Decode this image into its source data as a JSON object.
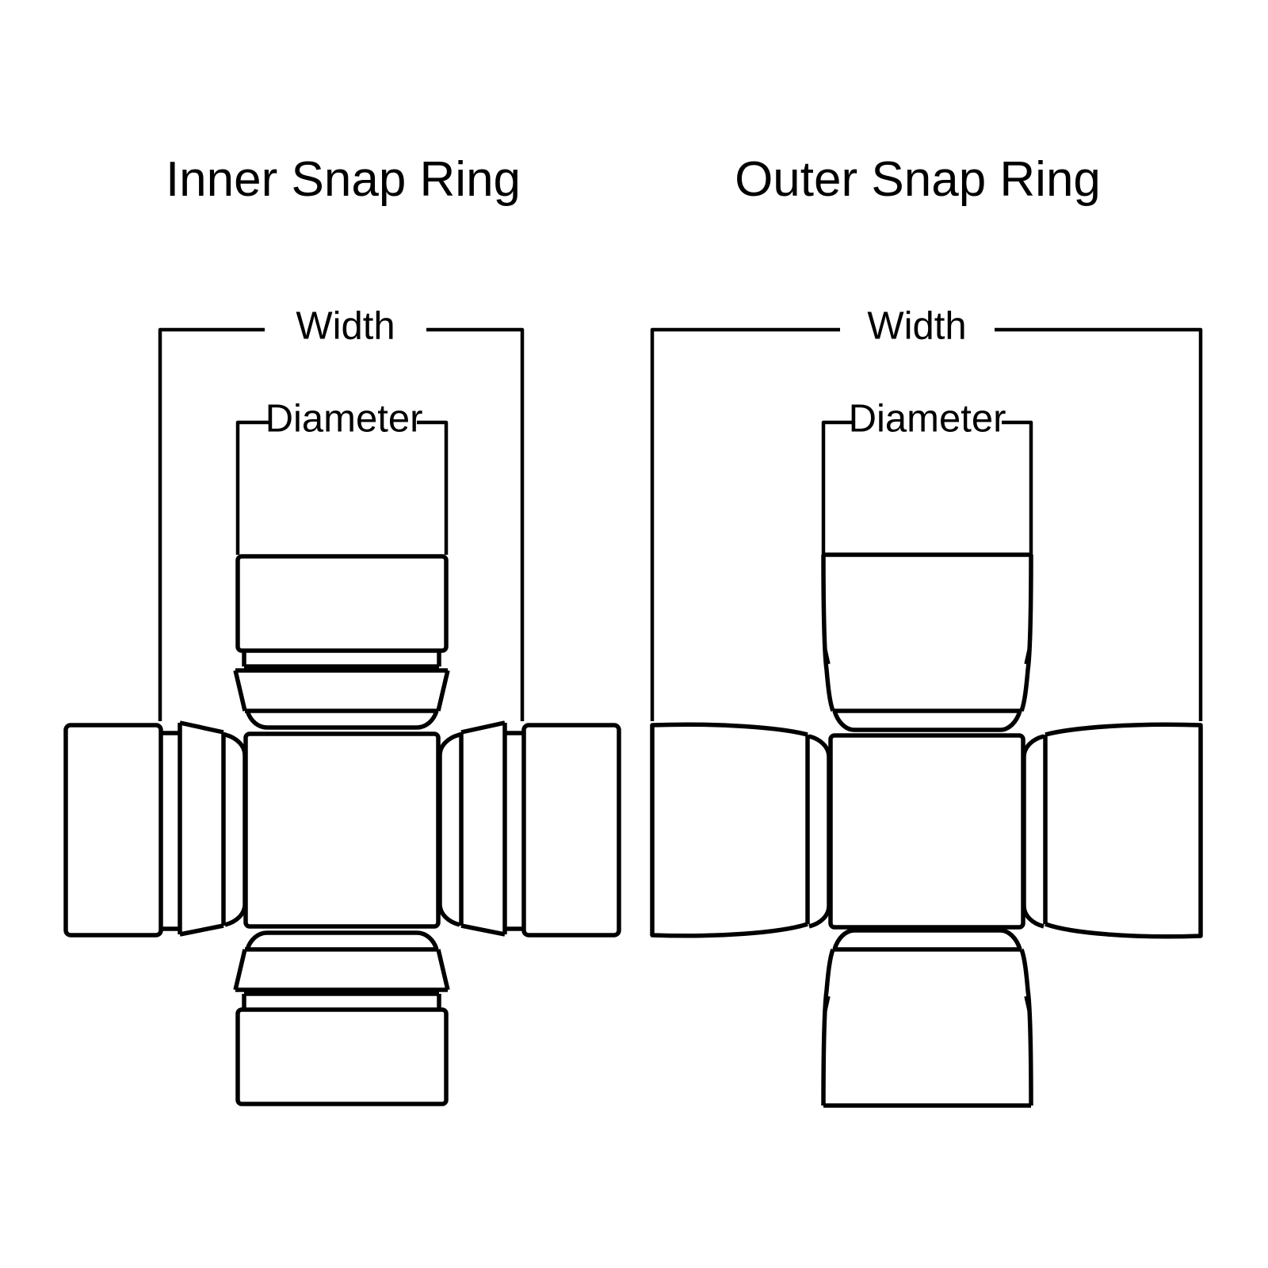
{
  "canvas": {
    "background": "#ffffff",
    "line_color": "#000000",
    "text_color": "#000000"
  },
  "diagrams": [
    {
      "id": "inner-snap-ring",
      "title": "Inner Snap Ring",
      "width_label": "Width",
      "diameter_label": "Diameter"
    },
    {
      "id": "outer-snap-ring",
      "title": "Outer Snap Ring",
      "width_label": "Width",
      "diameter_label": "Diameter"
    }
  ]
}
